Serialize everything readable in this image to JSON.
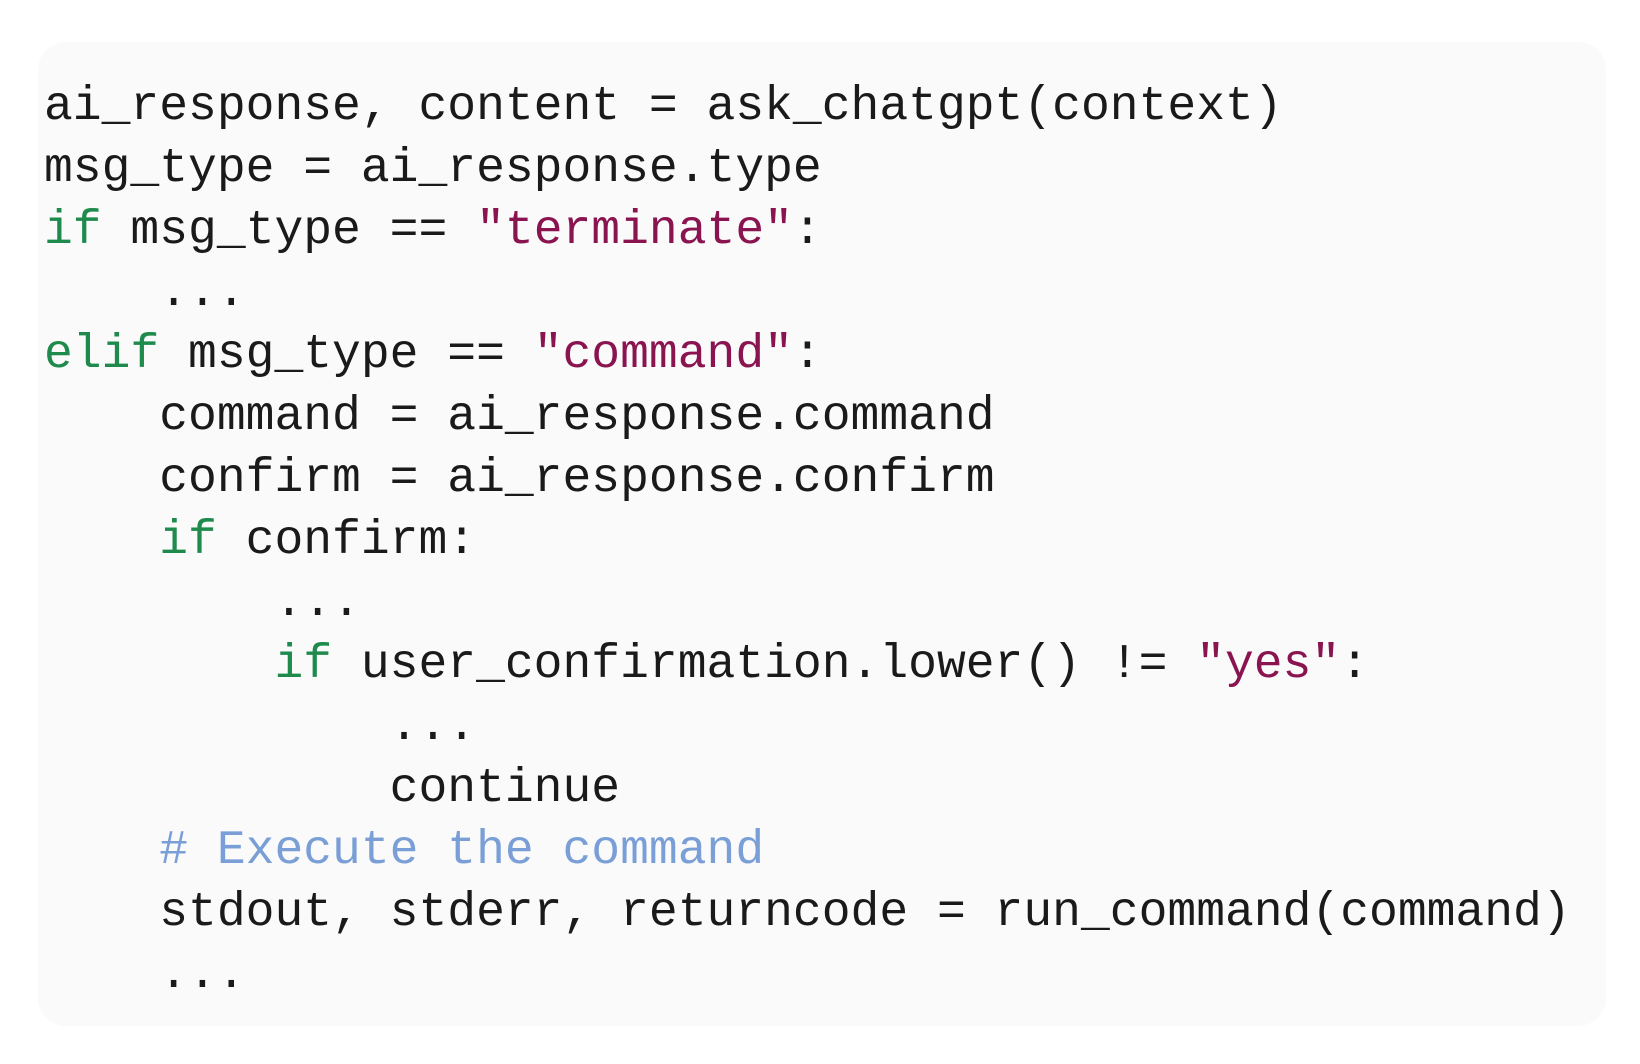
{
  "code": {
    "language": "python",
    "colors": {
      "background": "#fafafa",
      "text": "#1a1a1a",
      "keyword": "#1e8a4c",
      "string": "#8a1450",
      "comment": "#7a9fd6"
    },
    "lines": [
      {
        "indent": "",
        "tokens": [
          {
            "t": "plain",
            "v": "ai_response, content = ask_chatgpt(context)"
          }
        ]
      },
      {
        "indent": "",
        "tokens": [
          {
            "t": "plain",
            "v": "msg_type = ai_response.type"
          }
        ]
      },
      {
        "indent": "",
        "tokens": [
          {
            "t": "kw",
            "v": "if"
          },
          {
            "t": "plain",
            "v": " msg_type == "
          },
          {
            "t": "str",
            "v": "\"terminate\""
          },
          {
            "t": "plain",
            "v": ":"
          }
        ]
      },
      {
        "indent": "    ",
        "tokens": [
          {
            "t": "plain",
            "v": "..."
          }
        ]
      },
      {
        "indent": "",
        "tokens": [
          {
            "t": "kw",
            "v": "elif"
          },
          {
            "t": "plain",
            "v": " msg_type == "
          },
          {
            "t": "str",
            "v": "\"command\""
          },
          {
            "t": "plain",
            "v": ":"
          }
        ]
      },
      {
        "indent": "    ",
        "tokens": [
          {
            "t": "plain",
            "v": "command = ai_response.command"
          }
        ]
      },
      {
        "indent": "    ",
        "tokens": [
          {
            "t": "plain",
            "v": "confirm = ai_response.confirm"
          }
        ]
      },
      {
        "indent": "    ",
        "tokens": [
          {
            "t": "kw",
            "v": "if"
          },
          {
            "t": "plain",
            "v": " confirm:"
          }
        ]
      },
      {
        "indent": "        ",
        "tokens": [
          {
            "t": "plain",
            "v": "..."
          }
        ]
      },
      {
        "indent": "        ",
        "tokens": [
          {
            "t": "kw",
            "v": "if"
          },
          {
            "t": "plain",
            "v": " user_confirmation.lower() != "
          },
          {
            "t": "str",
            "v": "\"yes\""
          },
          {
            "t": "plain",
            "v": ":"
          }
        ]
      },
      {
        "indent": "            ",
        "tokens": [
          {
            "t": "plain",
            "v": "..."
          }
        ]
      },
      {
        "indent": "            ",
        "tokens": [
          {
            "t": "plain",
            "v": "continue"
          }
        ]
      },
      {
        "indent": "    ",
        "tokens": [
          {
            "t": "cm",
            "v": "# Execute the command"
          }
        ]
      },
      {
        "indent": "    ",
        "tokens": [
          {
            "t": "plain",
            "v": "stdout, stderr, returncode = run_command(command)"
          }
        ]
      },
      {
        "indent": "    ",
        "tokens": [
          {
            "t": "plain",
            "v": "..."
          }
        ]
      }
    ]
  }
}
